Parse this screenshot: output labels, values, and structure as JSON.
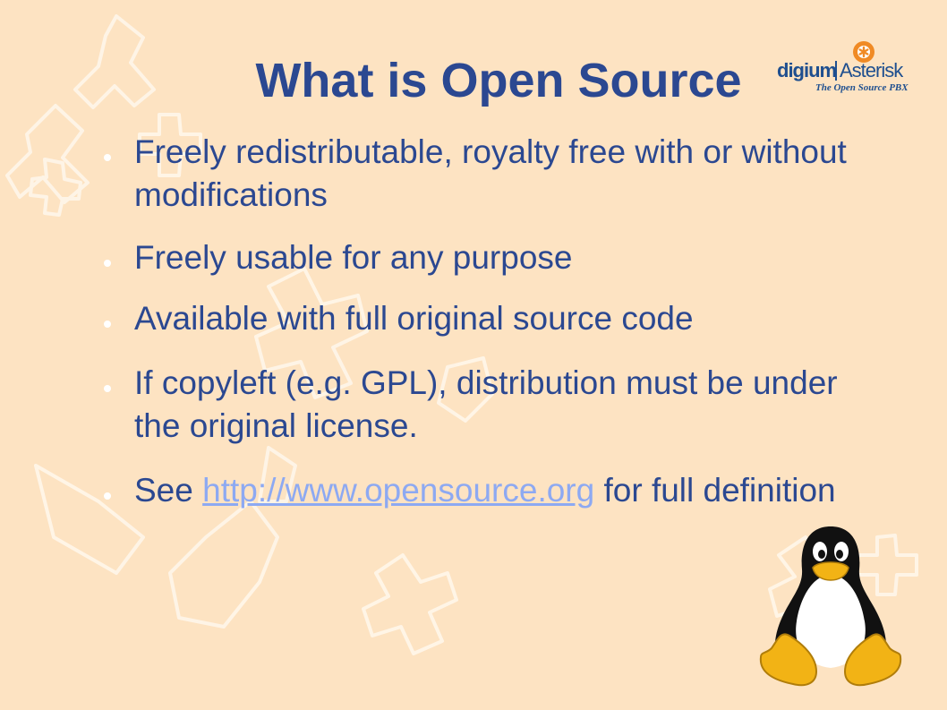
{
  "slide": {
    "title": "What is Open Source",
    "bullets": [
      {
        "text": "Freely redistributable, royalty free with or without modifications"
      },
      {
        "text": "Freely usable for any purpose"
      },
      {
        "text": "Available with full original source code"
      },
      {
        "text": "If copyleft (e.g. GPL), distribution must be under the original license."
      },
      {
        "text_before": "See ",
        "link": "http://www.opensource.org",
        "text_after": " for full definition"
      }
    ]
  },
  "logo": {
    "brand": "digium",
    "product": "Asterisk",
    "tagline": "The Open Source PBX"
  },
  "icons": [
    "asterisk-background-icon",
    "digium-asterisk-logo",
    "tux-penguin-icon",
    "bullet-dot-icon"
  ],
  "colors": {
    "background": "#fde3c2",
    "title": "#2b4891",
    "body_text": "#2b4891",
    "link": "#8da9f2",
    "bullet": "#ffffff",
    "logo_orange": "#f08a24"
  }
}
